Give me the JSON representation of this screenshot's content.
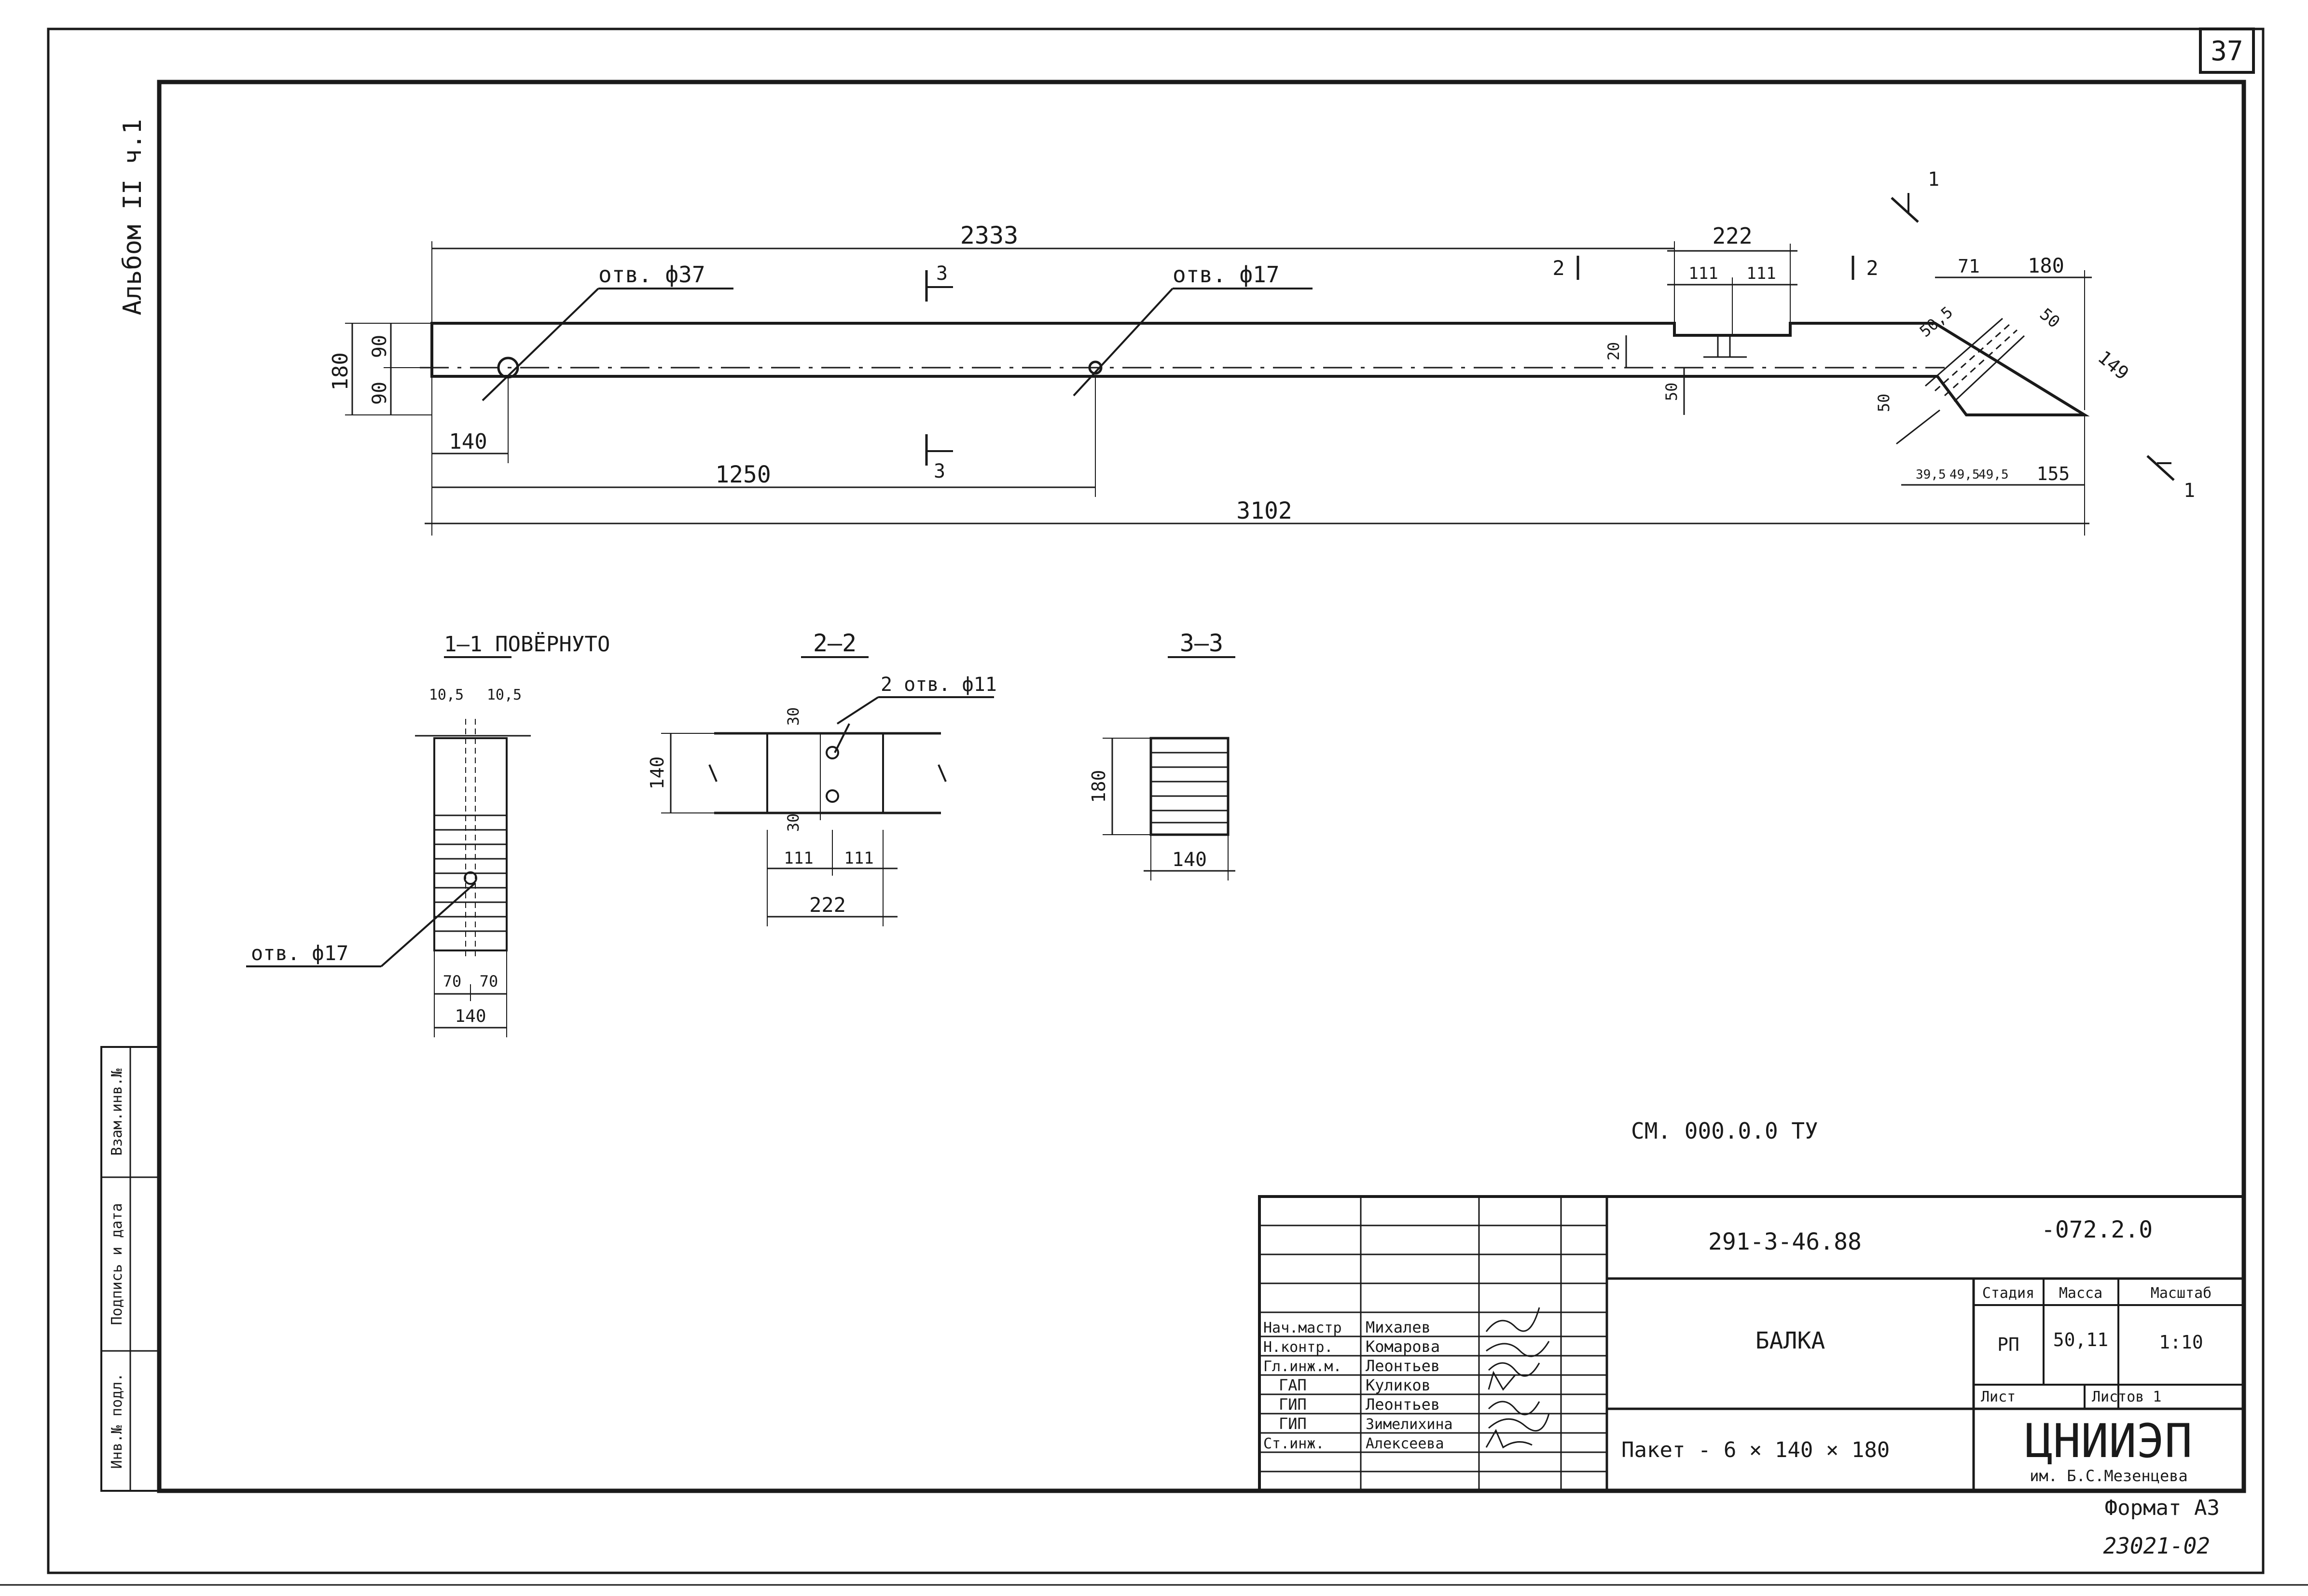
{
  "sheet": {
    "page_number": "37",
    "album_label": "Альбом II ч.1",
    "format_label": "Формат А3",
    "archive_number": "23021-02"
  },
  "main_view": {
    "dims": {
      "total_length": "3102",
      "top_length": "2333",
      "hole_position": "1250",
      "left_offset": "140",
      "height": "180",
      "half_upper": "90",
      "half_lower": "90",
      "notch_width": "222",
      "notch_half_left": "111",
      "notch_half_right": "111",
      "notch_depth": "20",
      "notch_to_axis": "50",
      "end_top_a": "71",
      "end_top_b": "180",
      "end_diag_a": "50",
      "end_diag_b": "149",
      "end_diag_c": "50,5",
      "end_lower": "50",
      "end_bottom_a": "39,5",
      "end_bottom_b": "49,5",
      "end_bottom_c": "49,5",
      "end_bottom_d": "155"
    },
    "callouts": {
      "hole_37": "отв. ф37",
      "hole_17": "отв. ф17"
    },
    "section_marks": {
      "s1": "1",
      "s2": "2",
      "s3": "3"
    }
  },
  "section_1": {
    "title": "1—1 ПОВЁРНУТО",
    "dim_top_left": "10,5",
    "dim_top_right": "10,5",
    "dim_bottom_left": "70",
    "dim_bottom_right": "70",
    "dim_width": "140",
    "callout": "отв. ф17"
  },
  "section_2": {
    "title": "2—2",
    "callout": "2 отв. ф11",
    "dim_height": "140",
    "dim_upper": "30",
    "dim_lower": "30",
    "dim_left": "111",
    "dim_right": "111",
    "dim_total": "222"
  },
  "section_3": {
    "title": "3—3",
    "dim_height": "180",
    "dim_width": "140"
  },
  "note": "СМ. 000.0.0 ТУ",
  "title_block": {
    "project_code": "291-3-46.88",
    "drawing_code": "-072.2.0",
    "item_name": "БАЛКА",
    "material": "Пакет - 6 × 140 × 180",
    "stage_header": "Стадия",
    "mass_header": "Масса",
    "scale_header": "Масштаб",
    "stage_value": "РП",
    "mass_value": "50,11",
    "scale_value": "1:10",
    "sheet_label": "Лист",
    "sheets_label": "Листов 1",
    "organization": "ЦНИИЭП",
    "organization_sub": "им. Б.С.Мезенцева",
    "roles": [
      {
        "role": "Нач.мастр",
        "name": "Михалев"
      },
      {
        "role": "Н.контр.",
        "name": "Комарова"
      },
      {
        "role": "Гл.инж.м.",
        "name": "Леонтьев"
      },
      {
        "role": "ГАП",
        "name": "Куликов"
      },
      {
        "role": "ГИП",
        "name": "Леонтьев"
      },
      {
        "role": "ГИП",
        "name": "Зимелихина"
      },
      {
        "role": "Ст.инж.",
        "name": "Алексеева"
      }
    ]
  },
  "side_stamp": {
    "inv_no": "Инв.№ подл.",
    "sign_date": "Подпись и дата",
    "replaces": "Взам.инв.№"
  }
}
